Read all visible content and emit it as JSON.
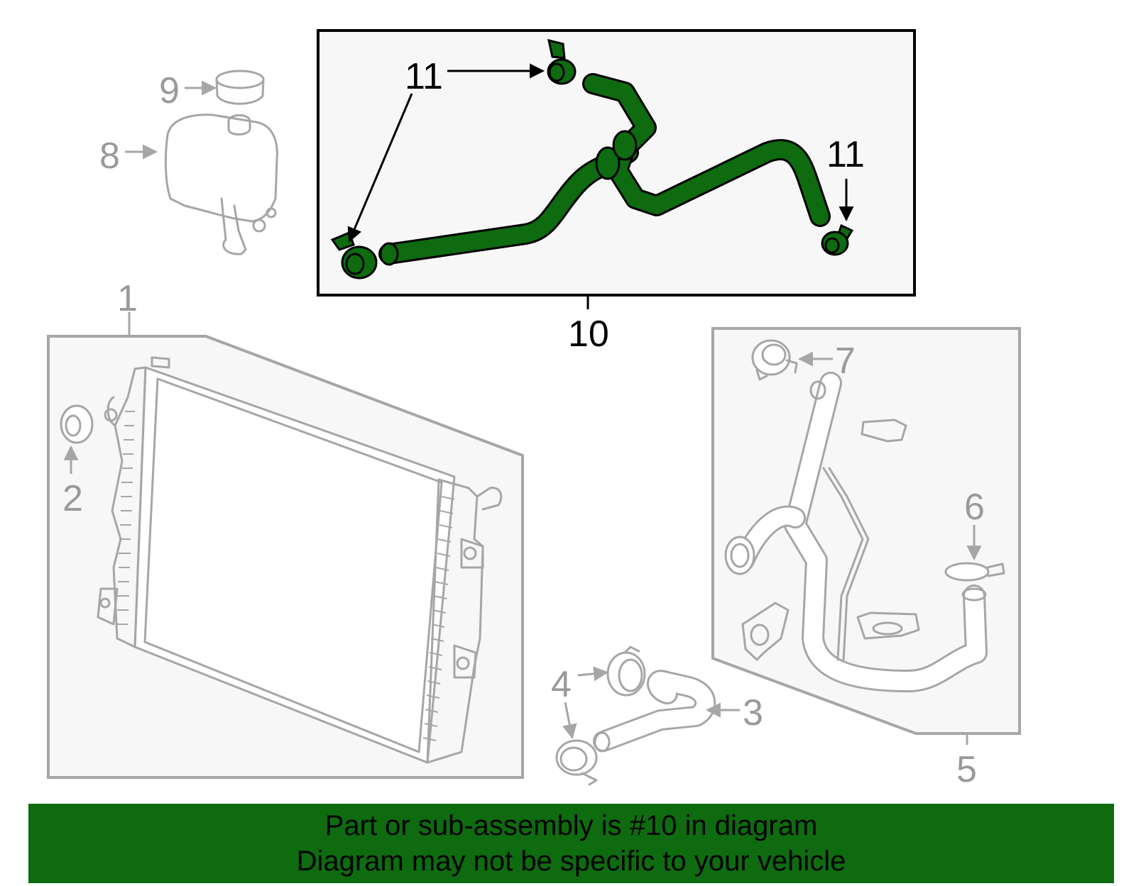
{
  "callouts": {
    "c1": "1",
    "c2": "2",
    "c3": "3",
    "c4": "4",
    "c5": "5",
    "c6": "6",
    "c7": "7",
    "c8": "8",
    "c9": "9",
    "c10": "10",
    "c11a": "11",
    "c11b": "11"
  },
  "banner": {
    "line1": "Part or sub-assembly is #10 in diagram",
    "line2": "Diagram may not be specific to your vehicle"
  },
  "colors": {
    "highlight": "#0e6b10",
    "banner_bg": "#0e6b10",
    "part_outline": "#a6a6a6",
    "callout_gray": "#9a9a9a"
  }
}
